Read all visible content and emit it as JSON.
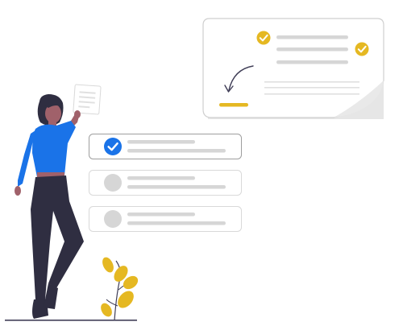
{
  "colors": {
    "accent_blue": "#1a73e8",
    "accent_yellow": "#e5b822",
    "placeholder_gray": "#d6d6d6",
    "card_border": "#cfcfcf",
    "paper_shadow": "#e6e6e6",
    "figure_dark": "#2f2e41",
    "figure_skin": "#a0616a",
    "ground_line": "#3f3d56"
  },
  "checklist": {
    "items": [
      {
        "state": "checked",
        "icon": "check-icon"
      },
      {
        "state": "unchecked",
        "icon": "circle-icon"
      },
      {
        "state": "unchecked",
        "icon": "circle-icon"
      }
    ]
  },
  "document_card": {
    "checked_items": 2,
    "return_arrow_icon": "curved-arrow-icon"
  },
  "illustration": {
    "figure": "person-holding-paper",
    "plant": "yellow-leaf-plant"
  }
}
